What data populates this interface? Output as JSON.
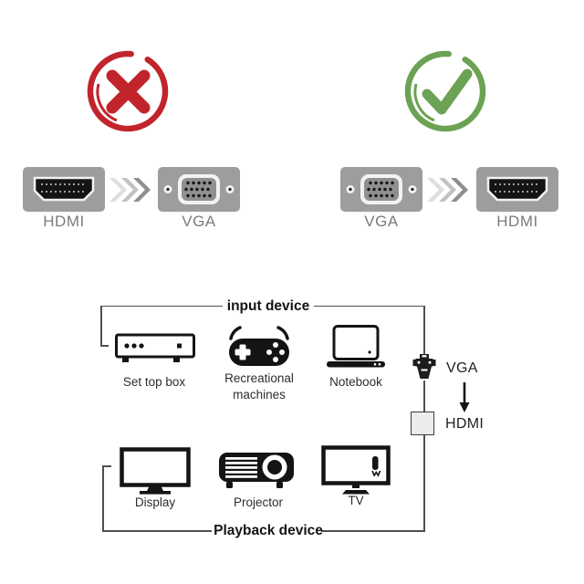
{
  "page": {
    "background": "#ffffff"
  },
  "comparison": {
    "wrong": {
      "verdict_icon": "cross-circle-icon",
      "verdict_color": "#c2242b",
      "from_label": "HDMI",
      "to_label": "VGA"
    },
    "correct": {
      "verdict_icon": "check-circle-icon",
      "verdict_color": "#6ba253",
      "from_label": "VGA",
      "to_label": "HDMI"
    },
    "connector_body_color": "#9d9d9d",
    "label_color": "#7b7b7b"
  },
  "flow_diagram": {
    "input_group": {
      "title": "input device",
      "devices": [
        {
          "label": "Set top box",
          "icon": "set-top-box-icon"
        },
        {
          "label": "Recreational machines",
          "icon": "gamepad-icon"
        },
        {
          "label": "Notebook",
          "icon": "laptop-icon"
        }
      ]
    },
    "adapter_chain": {
      "input_connector_label": "VGA",
      "output_connector_label": "HDMI",
      "connector_icon": "vga-plug-icon",
      "adapter_icon": "adapter-box",
      "arrow_icon": "arrow-down-icon"
    },
    "output_group": {
      "title": "Playback device",
      "devices": [
        {
          "label": "Display",
          "icon": "monitor-icon"
        },
        {
          "label": "Projector",
          "icon": "projector-icon"
        },
        {
          "label": "TV",
          "icon": "tv-icon"
        }
      ]
    },
    "line_color": "#4f4f4f"
  }
}
